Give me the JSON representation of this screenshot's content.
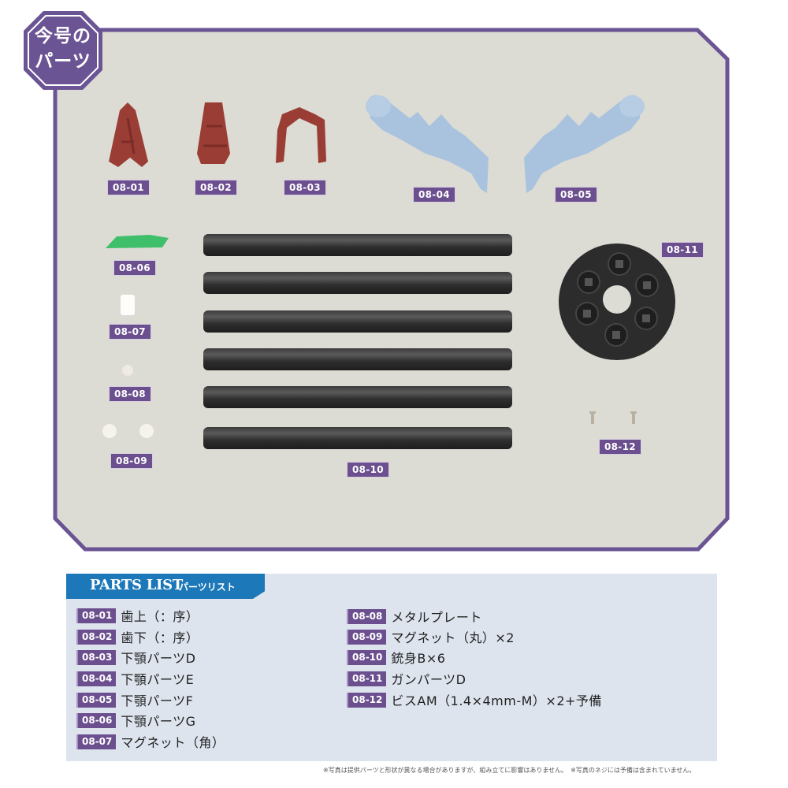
{
  "badge": {
    "line1": "今号の",
    "line2": "パーツ"
  },
  "colors": {
    "frame_border": "#6b5494",
    "photo_bg": "#dcdbd4",
    "tag_bg": "#6b4f8e",
    "header_blue": "#1c78b8",
    "panel_bg": "#dde4ee"
  },
  "photo": {
    "parts": [
      {
        "code": "08-01",
        "color": "#9a3d35",
        "shape": "pointed-plate"
      },
      {
        "code": "08-02",
        "color": "#9a3d35",
        "shape": "tapered-plate"
      },
      {
        "code": "08-03",
        "color": "#9a3d35",
        "shape": "u-jaw"
      },
      {
        "code": "08-04",
        "color": "#a9c3de",
        "shape": "jaw-left"
      },
      {
        "code": "08-05",
        "color": "#a9c3de",
        "shape": "jaw-right"
      },
      {
        "code": "08-06",
        "color": "#3fbf6a",
        "shape": "green-wedge"
      },
      {
        "code": "08-07",
        "color": "#ffffff",
        "shape": "white-rectangle"
      },
      {
        "code": "08-08",
        "color": "#f0ece6",
        "shape": "small-disc"
      },
      {
        "code": "08-09",
        "color": "#f5f2ec",
        "shape": "two-discs"
      },
      {
        "code": "08-10",
        "color": "#2e2e2e",
        "shape": "six-rods"
      },
      {
        "code": "08-11",
        "color": "#2a2a2a",
        "shape": "black-disk"
      },
      {
        "code": "08-12",
        "color": "#b8b0a0",
        "shape": "two-screws"
      }
    ]
  },
  "parts_list": {
    "title_en": "PARTS LIST",
    "title_jp": "パーツリスト",
    "left": [
      {
        "code": "08-01",
        "name": "歯上（：序）"
      },
      {
        "code": "08-02",
        "name": "歯下（：序）"
      },
      {
        "code": "08-03",
        "name": "下顎パーツD"
      },
      {
        "code": "08-04",
        "name": "下顎パーツE"
      },
      {
        "code": "08-05",
        "name": "下顎パーツF"
      },
      {
        "code": "08-06",
        "name": "下顎パーツG"
      },
      {
        "code": "08-07",
        "name": "マグネット（角）"
      }
    ],
    "right": [
      {
        "code": "08-08",
        "name": "メタルプレート"
      },
      {
        "code": "08-09",
        "name": "マグネット（丸）×2"
      },
      {
        "code": "08-10",
        "name": "銃身B×6"
      },
      {
        "code": "08-11",
        "name": "ガンパーツD"
      },
      {
        "code": "08-12",
        "name": "ビスAM（1.4×4mm-M）×2+予備"
      }
    ]
  },
  "footnote": "※写真は提供パーツと形状が異なる場合がありますが、組み立てに影響はありません。　※写真のネジには予備は含まれていません。"
}
